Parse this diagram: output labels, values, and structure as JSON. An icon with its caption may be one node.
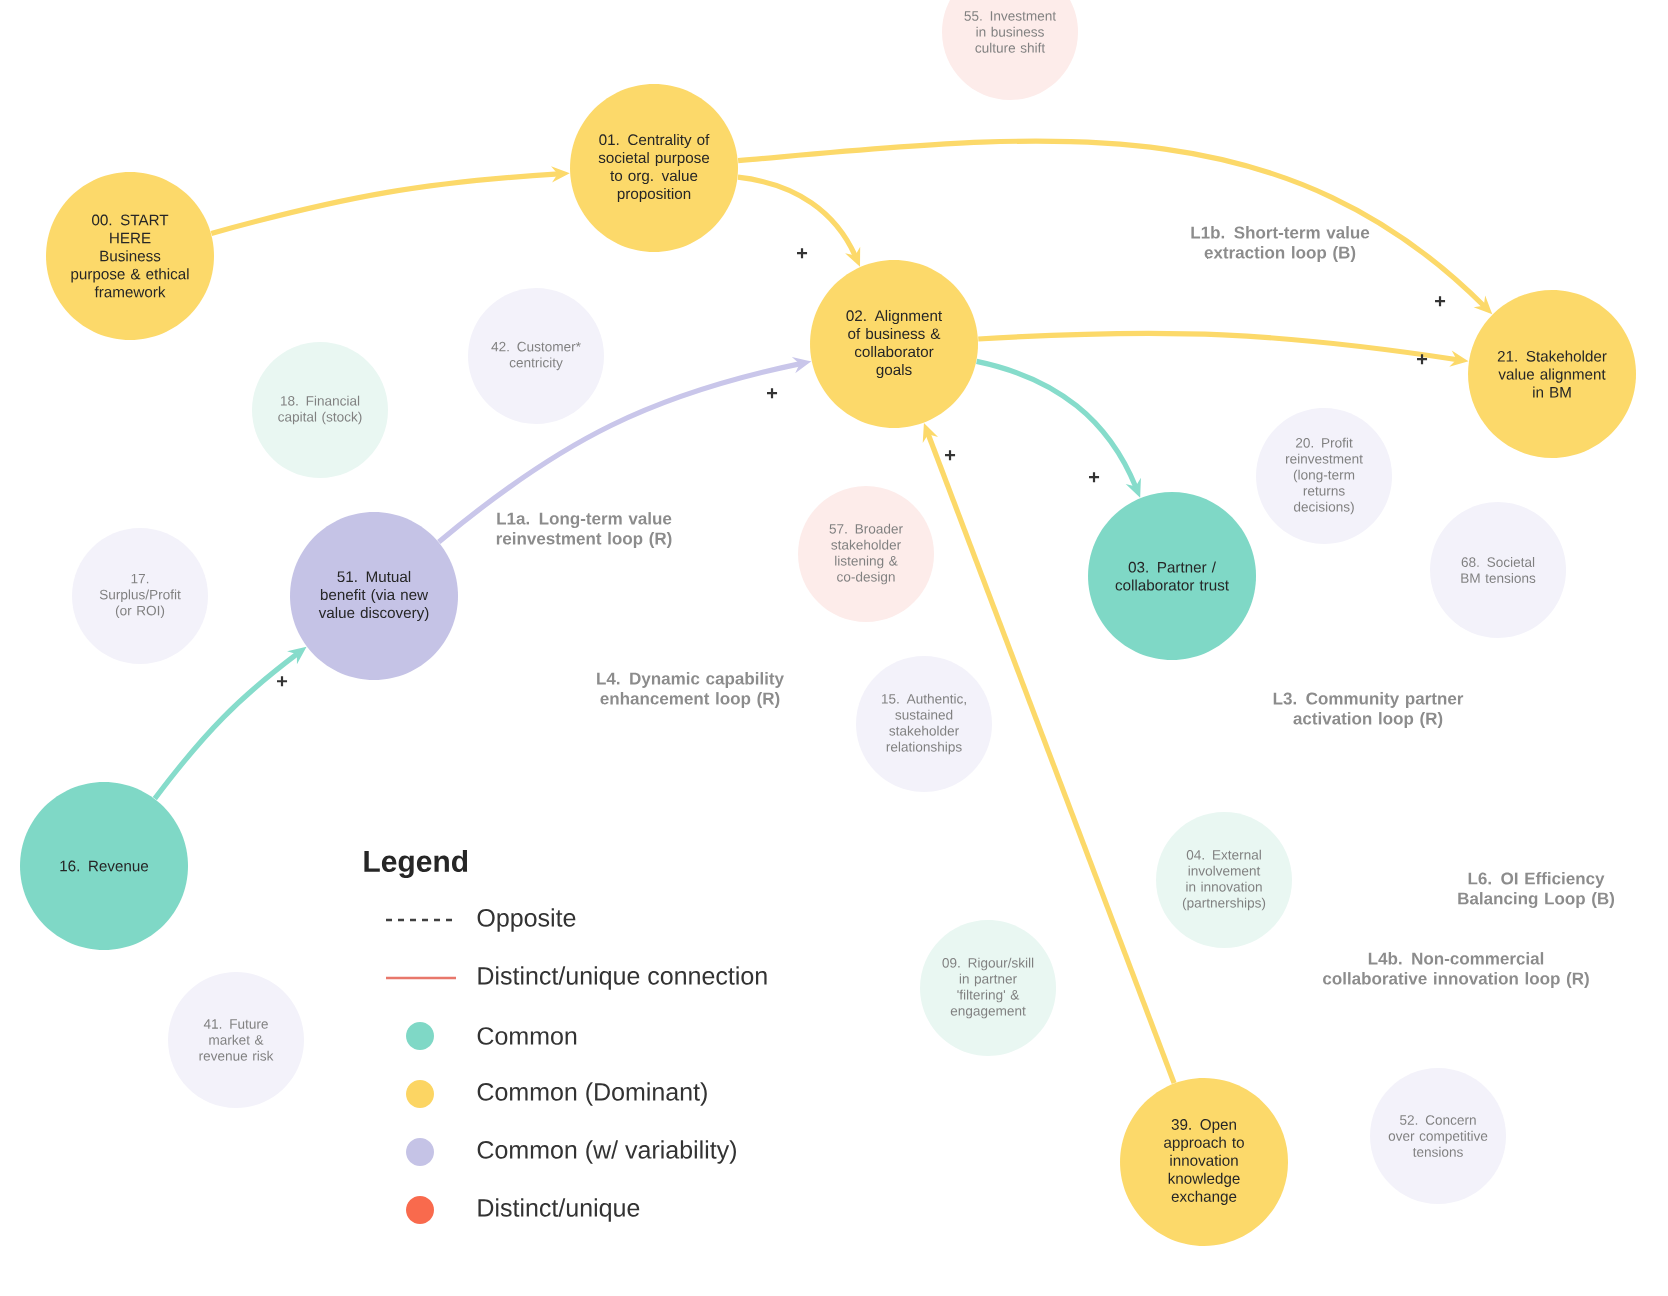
{
  "diagram": {
    "nodes": [
      {
        "text": [
          "00. START HERE",
          "Business purpose & ethical framework"
        ]
      },
      {
        "text": [
          "01. Centrality of societal purpose to org. value proposition"
        ]
      },
      {
        "text": [
          "55. Investment in business culture shift"
        ]
      },
      {
        "text": [
          "42. Customer* centricity"
        ]
      },
      {
        "text": [
          "02. Alignment of business & collaborator goals"
        ]
      },
      {
        "text": [
          "20. Profit reinvestment (long-term returns decisions)"
        ]
      },
      {
        "text": [
          "21. Stakeholder value alignment in BM"
        ]
      },
      {
        "text": [
          "18. Financial capital (stock)"
        ]
      },
      {
        "text": [
          "57. Broader stakeholder listening & co-design"
        ]
      },
      {
        "text": [
          "03. Partner / collaborator trust"
        ]
      },
      {
        "text": [
          "68. Societal BM tensions"
        ]
      },
      {
        "text": [
          "17. Surplus/Profit (or ROI)"
        ]
      },
      {
        "text": [
          "51. Mutual benefit (via new value discovery)"
        ]
      },
      {
        "text": [
          "15. Authentic, sustained stakeholder relationships"
        ]
      },
      {
        "text": [
          "16. Revenue"
        ]
      },
      {
        "text": [
          "04. External involvement in innovation (partnerships)"
        ]
      },
      {
        "text": [
          "09. Rigour/skill in partner 'filtering' & engagement"
        ]
      },
      {
        "text": [
          "41. Future market & revenue risk"
        ]
      },
      {
        "text": [
          "52. Concern over competitive tensions"
        ]
      },
      {
        "text": [
          "39. Open approach to innovation knowledge exchange"
        ]
      }
    ],
    "edges": [
      {
        "from": 0,
        "to": 1,
        "arrow": "to"
      },
      {
        "from": 1,
        "to": 6,
        "arrow": "to"
      },
      {
        "from": 1,
        "to": 4,
        "arrow": "to"
      },
      {
        "from": 12,
        "to": 4,
        "arrow": "to",
        "color": "#c9c6ea"
      },
      {
        "from": 4,
        "to": 6,
        "arrow": "to"
      },
      {
        "from": 4,
        "to": 9,
        "arrow": "to",
        "color": "#86dccb"
      },
      {
        "from": 14,
        "to": 12,
        "arrow": "to",
        "color": "#86dccb"
      },
      {
        "from": 19,
        "to": 4,
        "arrow": "to"
      }
    ],
    "labels": [
      "L1b. Short-term value extraction loop (B)",
      "+",
      "+",
      "+",
      "+",
      "+",
      "+",
      "L1a. Long-term value reinvestment loop (R)",
      "+",
      "L4. Dynamic capability enhancement loop (R)",
      "L3. Community partner activation loop (R)",
      "Legend",
      "L6. OI Efficiency Balancing Loop (B)",
      "L4b. Non-commercial collaborative innovation loop (R)"
    ],
    "legend": [
      {
        "text": "Opposite"
      },
      {
        "text": "Distinct/unique connection"
      },
      {
        "text": "Common",
        "color": "#7fd8c6"
      },
      {
        "text": "Common (Dominant)",
        "color": "#fcd563"
      },
      {
        "text": "Common (w/ variability)",
        "color": "#c5c3e6"
      },
      {
        "text": "Distinct/unique",
        "color": "#f96a4d"
      }
    ]
  }
}
